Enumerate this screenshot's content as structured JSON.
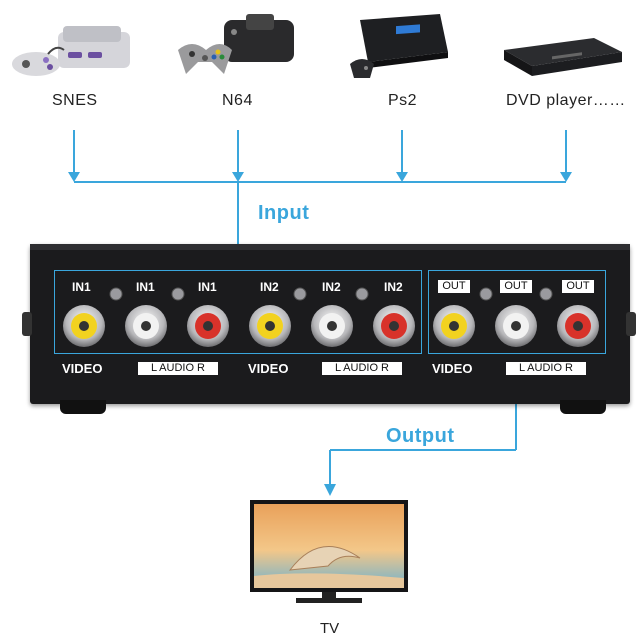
{
  "sources": [
    {
      "label": "SNES",
      "icon": "snes-console-icon"
    },
    {
      "label": "N64",
      "icon": "n64-console-icon"
    },
    {
      "label": "Ps2",
      "icon": "ps2-console-icon"
    },
    {
      "label": "DVD player……",
      "icon": "dvd-player-icon"
    }
  ],
  "flow": {
    "input_label": "Input",
    "output_label": "Output"
  },
  "panel": {
    "in1": [
      "IN1",
      "IN1",
      "IN1"
    ],
    "in2": [
      "IN2",
      "IN2",
      "IN2"
    ],
    "out": [
      "OUT",
      "OUT",
      "OUT"
    ],
    "video": "VIDEO",
    "audio": "L  AUDIO  R"
  },
  "target": {
    "label": "TV",
    "icon": "tv-icon"
  },
  "colors": {
    "accent": "#3aa6dc",
    "panel": "#1b1b1d",
    "jack_yellow": "#f2d21f",
    "jack_white": "#f2f2f2",
    "jack_red": "#d8322a"
  }
}
